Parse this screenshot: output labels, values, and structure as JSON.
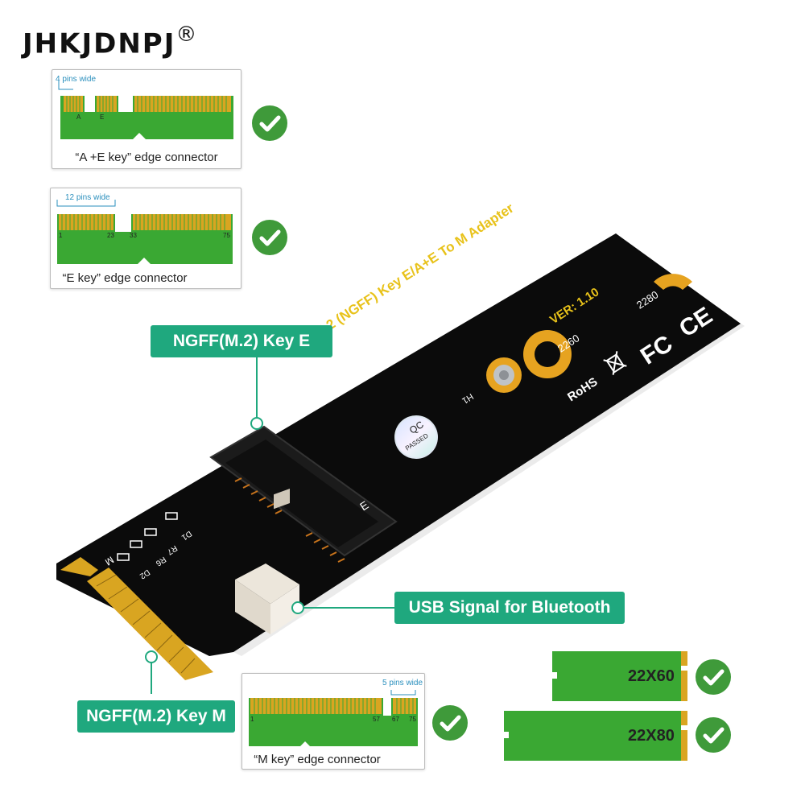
{
  "brand": {
    "name": "JHKJDNPJ",
    "mark": "®"
  },
  "key_cards": [
    {
      "caption": "“A +E key” edge connector",
      "pins_note": "4 pins wide",
      "pin_labels": [
        "A",
        "E"
      ]
    },
    {
      "caption": "“E key” edge connector",
      "pins_note": "12 pins wide",
      "pin_labels": [
        "1",
        "23",
        "33",
        "75"
      ]
    },
    {
      "caption": "“M key” edge connector",
      "pins_note": "5 pins wide",
      "pin_labels": [
        "1",
        "57",
        "67",
        "75"
      ]
    }
  ],
  "callouts": {
    "key_e": "NGFF(M.2) Key E",
    "usb": "USB Signal for Bluetooth",
    "key_m": "NGFF(M.2) Key M"
  },
  "board": {
    "title": "M.2 (NGFF) Key E/A+E To M Adapter",
    "version": "VER: 1.10",
    "hole_2260": "2260",
    "hole_2280": "2280",
    "h1": "H1",
    "rohs": "RoHS",
    "fc": "FC",
    "ce": "CE",
    "qc": "QC",
    "passed": "PASSED",
    "slot_key": "E",
    "edge_key": "M",
    "components": [
      "D1",
      "R7",
      "R6",
      "D2"
    ]
  },
  "sizes": [
    {
      "label": "22X60"
    },
    {
      "label": "22X80"
    }
  ],
  "colors": {
    "accent": "#1fa87e",
    "check": "#3f9a3a",
    "pcb_green": "#3aa833",
    "gold": "#d9a521",
    "board": "#0b0b0b",
    "silk": "#e8c21a"
  }
}
